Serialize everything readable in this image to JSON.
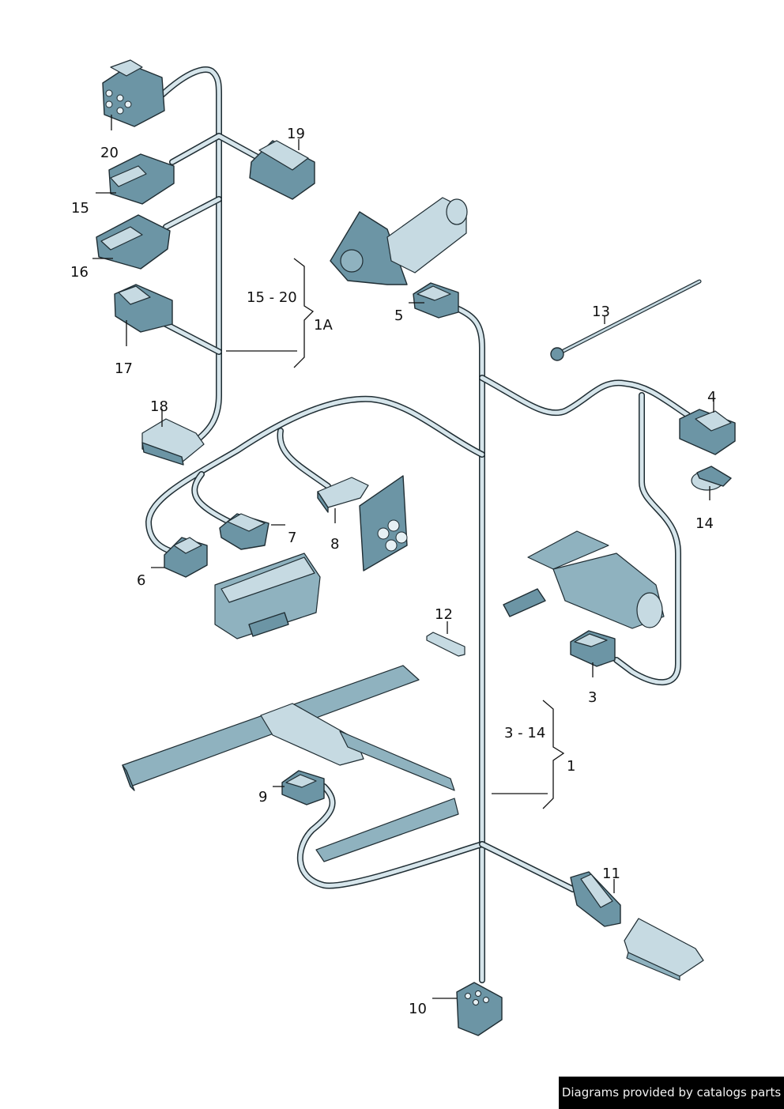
{
  "diagram": {
    "title": "Seat wiring harness",
    "callouts": [
      {
        "id": "20",
        "text": "20"
      },
      {
        "id": "19",
        "text": "19"
      },
      {
        "id": "15",
        "text": "15"
      },
      {
        "id": "16",
        "text": "16"
      },
      {
        "id": "17",
        "text": "17"
      },
      {
        "id": "18",
        "text": "18"
      },
      {
        "id": "5",
        "text": "5"
      },
      {
        "id": "13",
        "text": "13"
      },
      {
        "id": "4",
        "text": "4"
      },
      {
        "id": "14",
        "text": "14"
      },
      {
        "id": "7",
        "text": "7"
      },
      {
        "id": "8",
        "text": "8"
      },
      {
        "id": "6",
        "text": "6"
      },
      {
        "id": "12",
        "text": "12"
      },
      {
        "id": "3",
        "text": "3"
      },
      {
        "id": "9",
        "text": "9"
      },
      {
        "id": "11",
        "text": "11"
      },
      {
        "id": "10",
        "text": "10"
      }
    ],
    "groups": [
      {
        "range": "15 - 20",
        "assembly": "1A"
      },
      {
        "range": "3 - 14",
        "assembly": "1"
      }
    ],
    "colors": {
      "part_dark": "#6c95a5",
      "part_light": "#c6dae2",
      "wire": "#d6e5eb",
      "outline": "#1f2d33"
    }
  },
  "footer": {
    "credit": "Diagrams provided by catalogs parts"
  }
}
